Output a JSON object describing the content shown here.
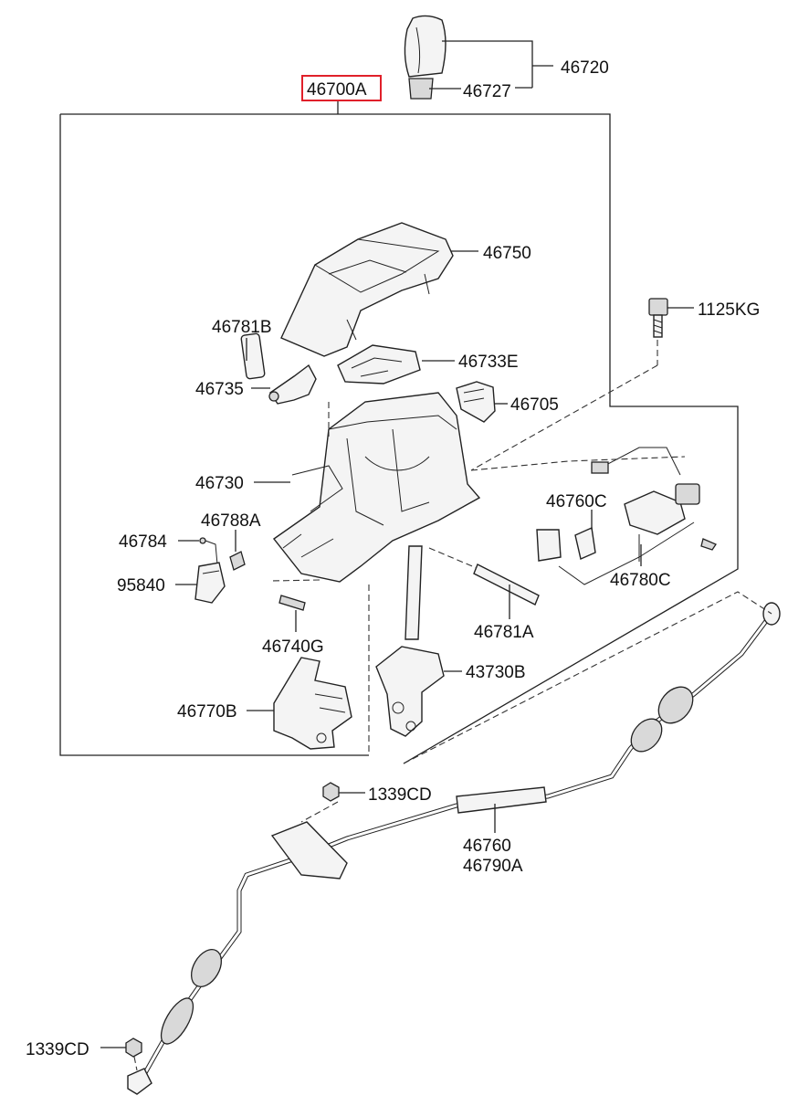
{
  "diagram": {
    "highlighted_part": "46700A",
    "highlight_color": "#e0202a",
    "labels": {
      "p46720": "46720",
      "p46727": "46727",
      "p46750": "46750",
      "p1125KG": "1125KG",
      "p46781B": "46781B",
      "p46733E": "46733E",
      "p46735": "46735",
      "p46705": "46705",
      "p46730": "46730",
      "p46760C": "46760C",
      "p46788A": "46788A",
      "p46784": "46784",
      "p95840": "95840",
      "p46780C": "46780C",
      "p46781A": "46781A",
      "p46740G": "46740G",
      "p43730B": "43730B",
      "p46770B": "46770B",
      "p1339CD_top": "1339CD",
      "p46760": "46760",
      "p46790A": "46790A",
      "p1339CD_bottom": "1339CD"
    }
  }
}
